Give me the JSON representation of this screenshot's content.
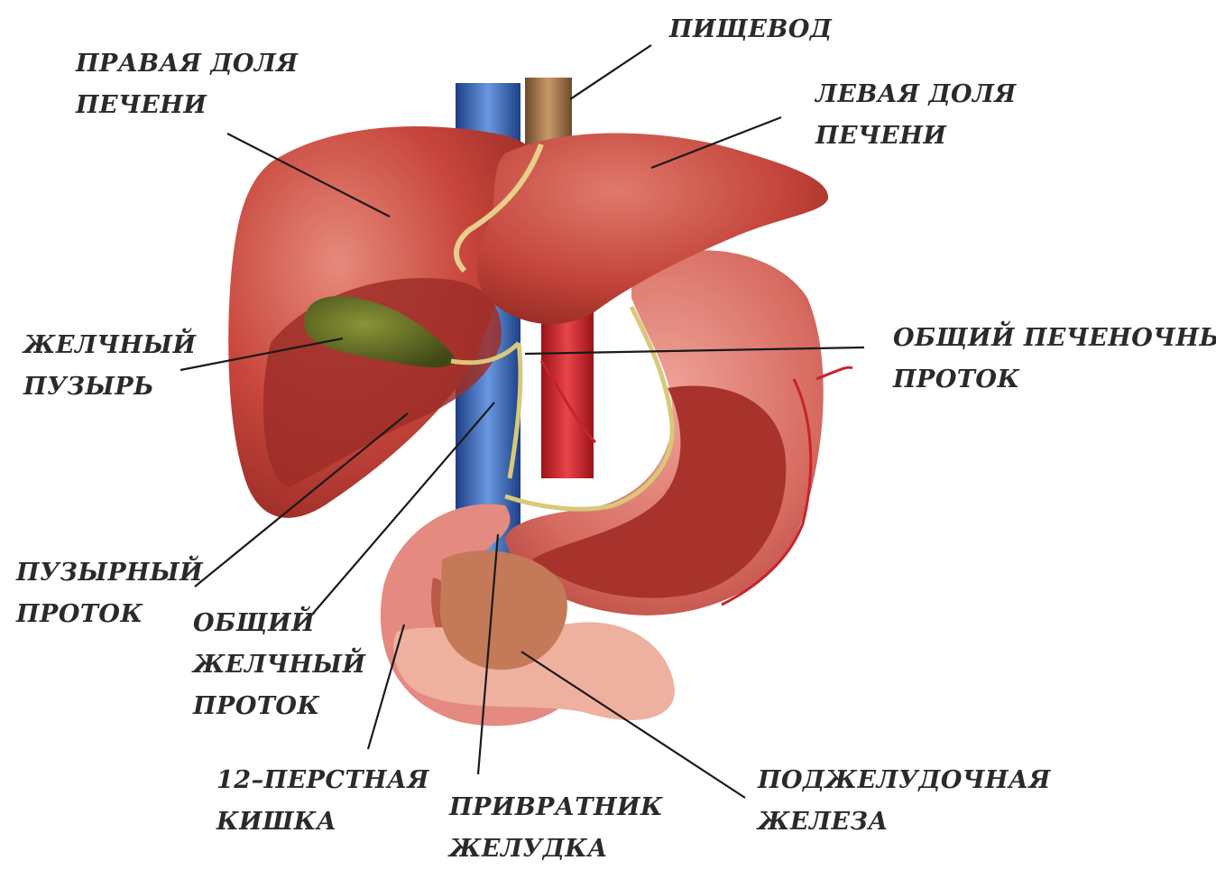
{
  "labels": {
    "esophagus": [
      "ПИЩЕВОД"
    ],
    "right_lobe": [
      "ПРАВАЯ  ДОЛЯ",
      "ПЕЧЕНИ"
    ],
    "left_lobe": [
      "ЛЕВАЯ  ДОЛЯ",
      "ПЕЧЕНИ"
    ],
    "gallbladder": [
      "ЖЕЛЧНЫЙ",
      "ПУЗЫРЬ"
    ],
    "hepatic_duct": [
      "ОБЩИЙ  ПЕЧЕНОЧНЫЙ",
      "ПРОТОК"
    ],
    "cystic_duct": [
      "ПУЗЫРНЫЙ",
      "ПРОТОК"
    ],
    "bile_duct": [
      "ОБЩИЙ",
      "ЖЕЛЧНЫЙ",
      "ПРОТОК"
    ],
    "duodenum": [
      "12–ПЕРСТНАЯ",
      "КИШКА"
    ],
    "pylorus": [
      "ПРИВРАТНИК",
      "ЖЕЛУДКА"
    ],
    "pancreas": [
      "ПОДЖЕЛУДОЧНАЯ",
      "ЖЕЛЕЗА"
    ]
  },
  "colors": {
    "liver": "#c8463c",
    "liver_dark": "#9e2e28",
    "liver_light": "#e07a6c",
    "gallbladder": "#5e6a22",
    "stomach": "#d9756c",
    "stomach_inner": "#a8332c",
    "vena_cava": "#2d5fb0",
    "aorta": "#c8232a",
    "esophagus": "#a07048",
    "pancreas": "#e8a48c",
    "duct": "#d8c87a",
    "leader": "#1a1a1a"
  }
}
